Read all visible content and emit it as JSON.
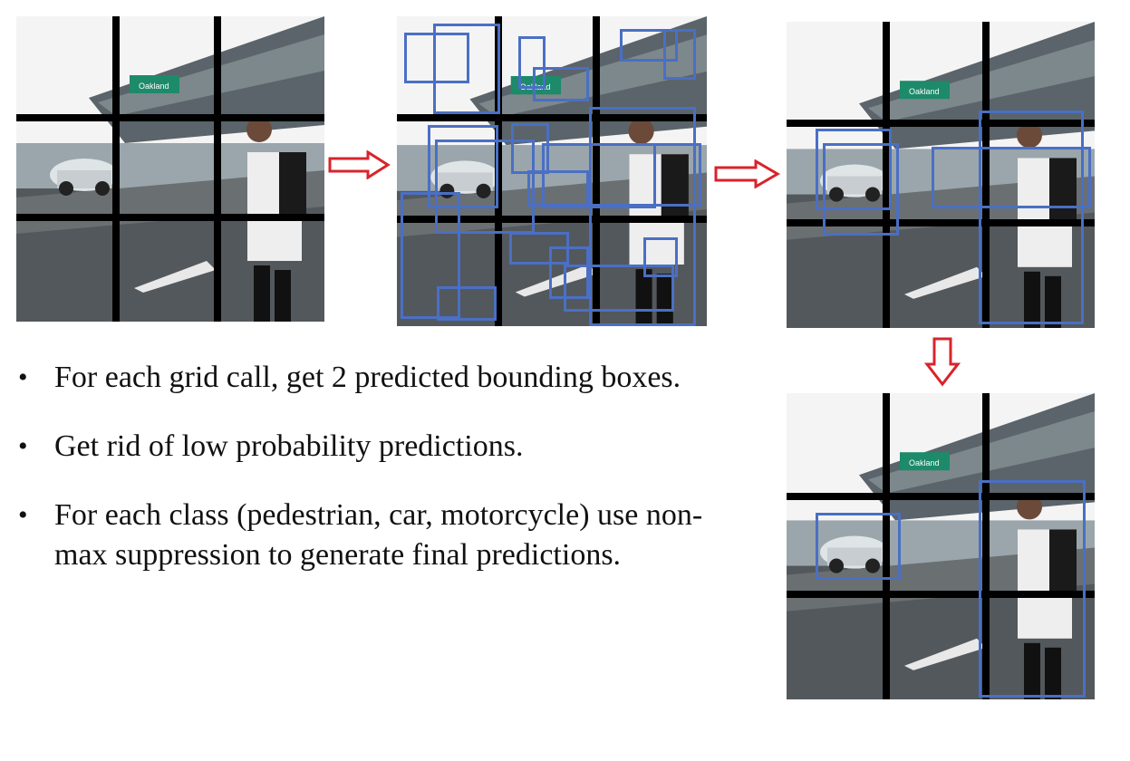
{
  "colors": {
    "box_color": "#4a6fc4",
    "arrow_color": "#d9232b",
    "grid_color": "#000000"
  },
  "panels": [
    {
      "id": "input-grid",
      "sign_text": "Oakland",
      "show_boxes": false
    },
    {
      "id": "all-predictions",
      "sign_text": "Oakland",
      "show_boxes": true
    },
    {
      "id": "filtered-predictions",
      "sign_text": "Oakland",
      "show_boxes": true
    },
    {
      "id": "final-predictions",
      "sign_text": "Oakland",
      "show_boxes": true
    }
  ],
  "bullets": [
    {
      "marker": "•",
      "text": "For each grid call, get 2 predicted bounding boxes."
    },
    {
      "marker": "•",
      "text": "Get rid of low probability predictions."
    },
    {
      "marker": "•",
      "text": "For each class (pedestrian, car, motorcycle) use non-max suppression to generate final predictions."
    }
  ]
}
